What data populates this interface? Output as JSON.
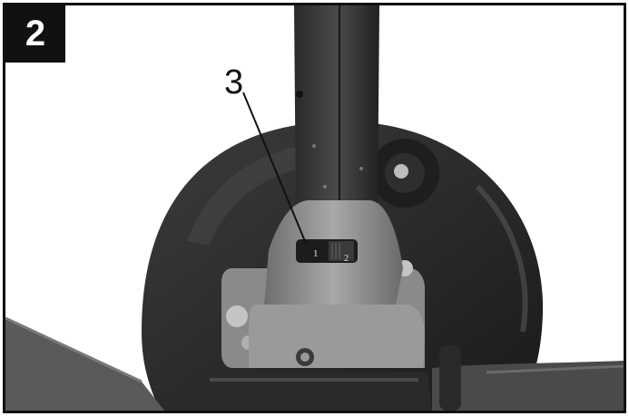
{
  "figure_number": "2",
  "callout_label": "3",
  "dial": {
    "marks": [
      "1",
      "2"
    ]
  },
  "colors": {
    "frame": "#111111",
    "badge_background": "#111111",
    "badge_text": "#ffffff"
  }
}
